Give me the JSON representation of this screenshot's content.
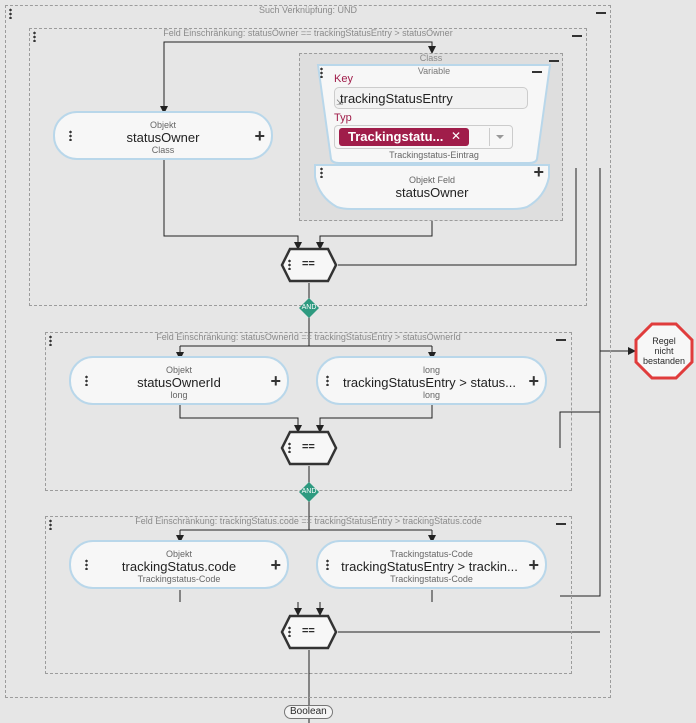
{
  "outer": {
    "title": "Such Verknüpfung: UND"
  },
  "group1": {
    "title": "Feld Einschränkung: statusOwner == trackingStatusEntry > statusOwner",
    "left_node": {
      "top": "Objekt",
      "main": "statusOwner",
      "bottom": "Class"
    },
    "class_box": {
      "title": "Class"
    },
    "variable": {
      "title": "Variable",
      "key_label": "Key",
      "key_value": "trackingStatusEntry",
      "type_label": "Typ",
      "type_tag": "Trackingstatu...",
      "type_remove": "✕",
      "type_caption": "Trackingstatus-Eintrag"
    },
    "object_field": {
      "top": "Objekt Feld",
      "main": "statusOwner"
    },
    "operator": "=="
  },
  "and1": "AND",
  "group2": {
    "title": "Feld Einschränkung: statusOwnerId == trackingStatusEntry > statusOwnerId",
    "left_node": {
      "top": "Objekt",
      "main": "statusOwnerId",
      "bottom": "long"
    },
    "right_node": {
      "top": "long",
      "main": "trackingStatusEntry > status...",
      "bottom": "long"
    },
    "operator": "=="
  },
  "and2": "AND",
  "group3": {
    "title": "Feld Einschränkung: trackingStatus.code == trackingStatusEntry > trackingStatus.code",
    "left_node": {
      "top": "Objekt",
      "main": "trackingStatus.code",
      "bottom": "Trackingstatus-Code"
    },
    "right_node": {
      "top": "Trackingstatus-Code",
      "main": "trackingStatusEntry > trackin...",
      "bottom": "Trackingstatus-Code"
    },
    "operator": "=="
  },
  "fail_node": {
    "line1": "Regel",
    "line2": "nicht",
    "line3": "bestanden",
    "color": "#e03c3c"
  },
  "output": {
    "label": "Boolean"
  },
  "colors": {
    "node_border": "#b9d7ea",
    "tag": "#a01d4a",
    "and": "#2e9a80",
    "hex_border": "#333333"
  }
}
